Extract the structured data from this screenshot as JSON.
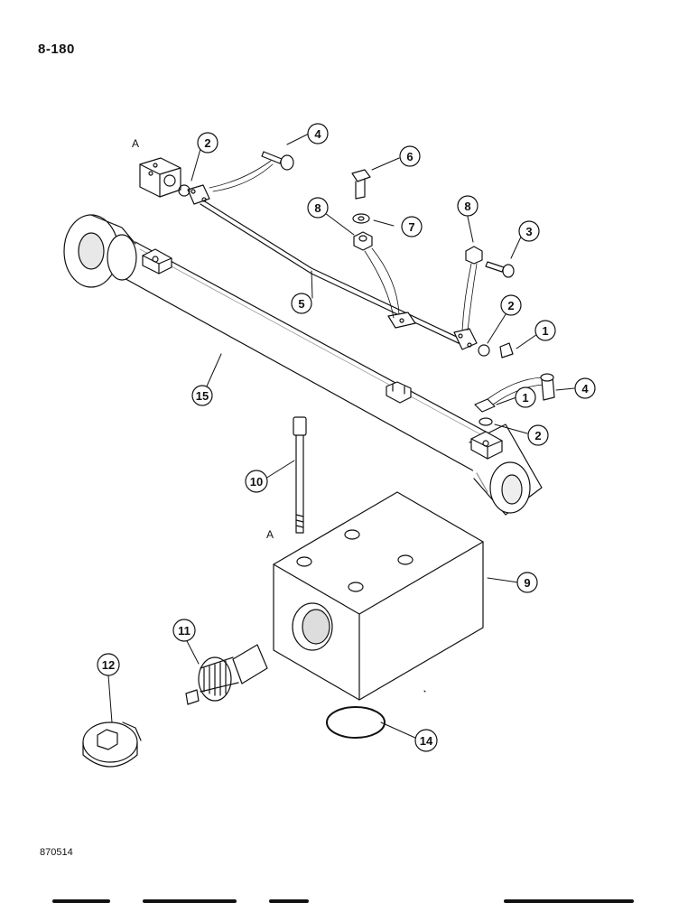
{
  "page_number": "8-180",
  "figure_number": "870514",
  "reference_letter": "A",
  "callouts": [
    "1",
    "2",
    "3",
    "4",
    "5",
    "6",
    "7",
    "8",
    "9",
    "10",
    "11",
    "12",
    "14",
    "15"
  ]
}
